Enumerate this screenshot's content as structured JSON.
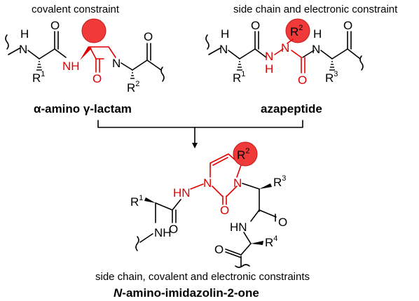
{
  "captions": {
    "lactam_constraint": "covalent constraint",
    "aza_constraint": "side chain and electronic constraint",
    "lactam_name_greek1": "α",
    "lactam_name_mid": "-amino ",
    "lactam_name_greek2": "γ",
    "lactam_name_end": "-lactam",
    "aza_name": "azapeptide",
    "product_constraints": "side chain, covalent and electronic constraints",
    "product_name_italic": "N",
    "product_name_rest": "-amino-imidazolin-2-one"
  },
  "atoms": {
    "nh": "NH",
    "hn": "HN",
    "h": "H",
    "n": "N",
    "o": "O",
    "r": "R"
  },
  "substituents": {
    "r1": "1",
    "r2": "2",
    "r3": "3",
    "r4": "4"
  },
  "colors": {
    "highlight": "#e00000",
    "ball": "#f03a3a"
  }
}
